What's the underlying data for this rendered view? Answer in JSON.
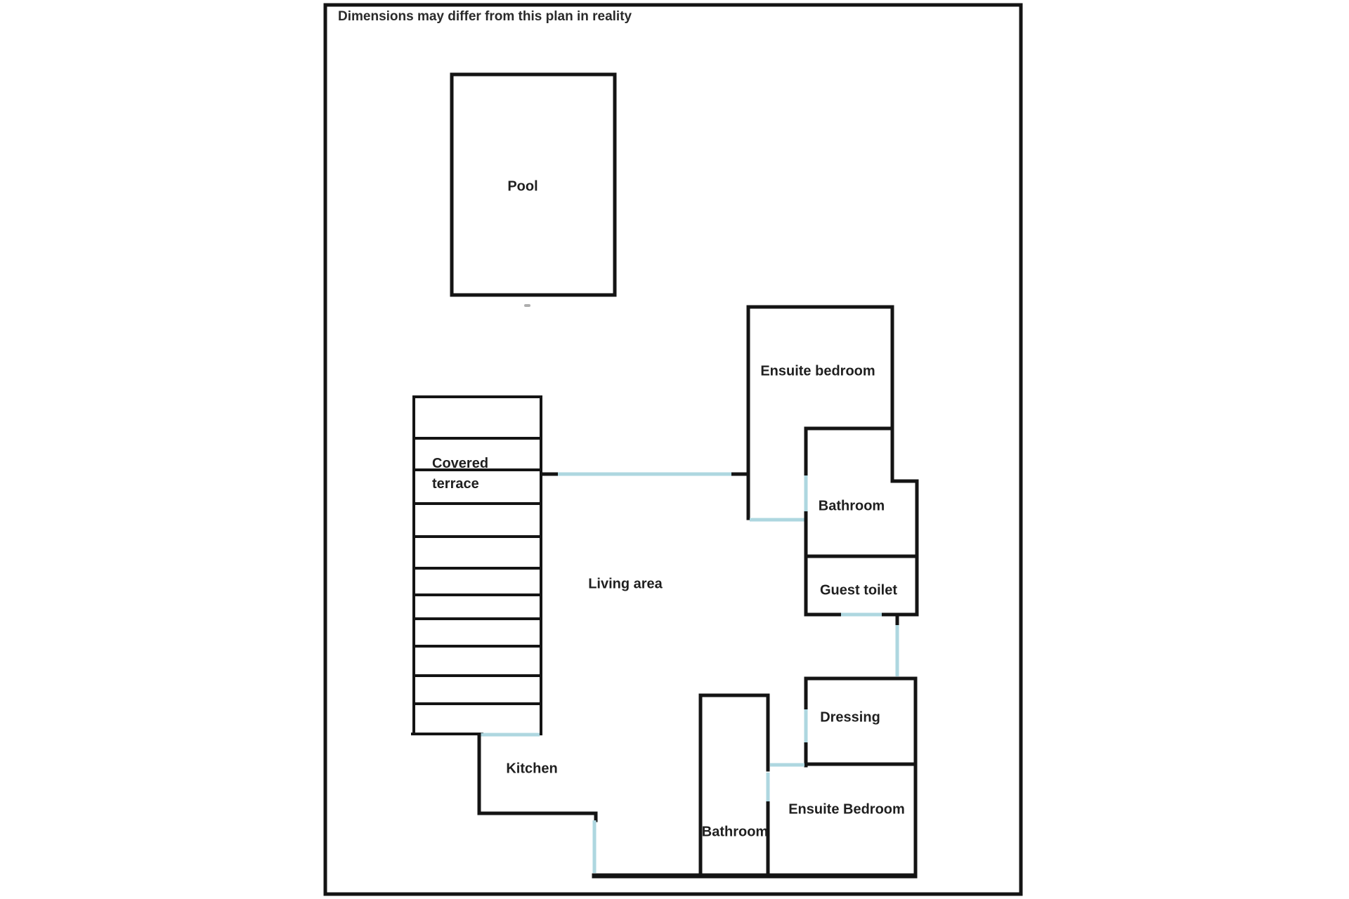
{
  "title": "Dimensions may differ from this plan in reality",
  "colors": {
    "wall": "#141414",
    "door": "#aed7e0",
    "background": "#ffffff"
  },
  "rooms": {
    "pool": {
      "label": "Pool"
    },
    "covered_terrace": {
      "label": "Covered\nterrace"
    },
    "living_area": {
      "label": "Living area"
    },
    "kitchen": {
      "label": "Kitchen"
    },
    "ensuite_bedroom_top": {
      "label": "Ensuite bedroom"
    },
    "bathroom_top": {
      "label": "Bathroom"
    },
    "guest_toilet": {
      "label": "Guest toilet"
    },
    "dressing": {
      "label": "Dressing"
    },
    "bathroom_bottom": {
      "label": "Bathroom"
    },
    "ensuite_bedroom_bottom": {
      "label": "Ensuite Bedroom"
    }
  }
}
